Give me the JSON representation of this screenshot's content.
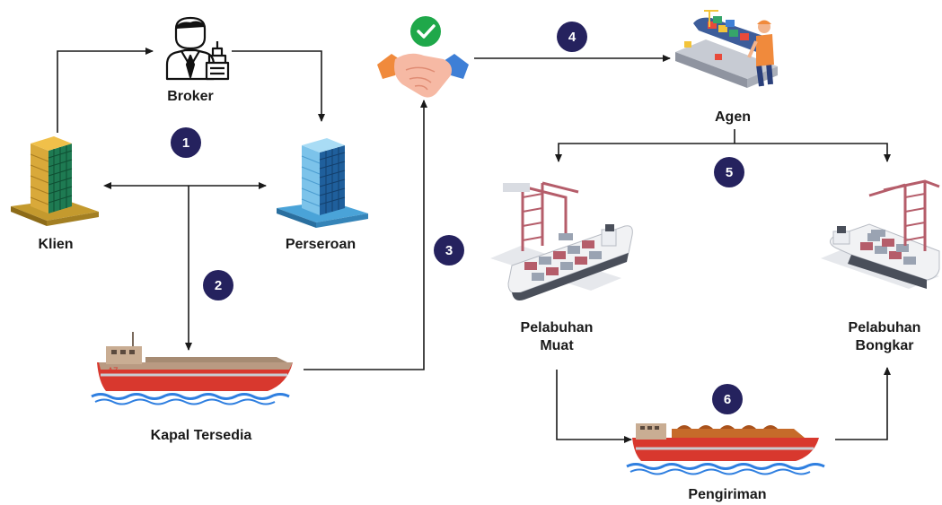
{
  "nodes": {
    "broker": "Broker",
    "klien": "Klien",
    "perseroan": "Perseroan",
    "kapal_tersedia": "Kapal Tersedia",
    "agen": "Agen",
    "pelabuhan_muat_1": "Pelabuhan",
    "pelabuhan_muat_2": "Muat",
    "pelabuhan_bongkar_1": "Pelabuhan",
    "pelabuhan_bongkar_2": "Bongkar",
    "pengiriman": "Pengiriman"
  },
  "steps": [
    "1",
    "2",
    "3",
    "4",
    "5",
    "6"
  ],
  "colors": {
    "arrow": "#1a1a1a",
    "badge": "#25225e",
    "check": "#1fa84a"
  },
  "icons": [
    "broker-icon",
    "klien-building-icon",
    "perseroan-building-icon",
    "handshake-icon",
    "check-icon",
    "agen-port-worker-icon",
    "ship-icon",
    "port-crane-icon"
  ]
}
